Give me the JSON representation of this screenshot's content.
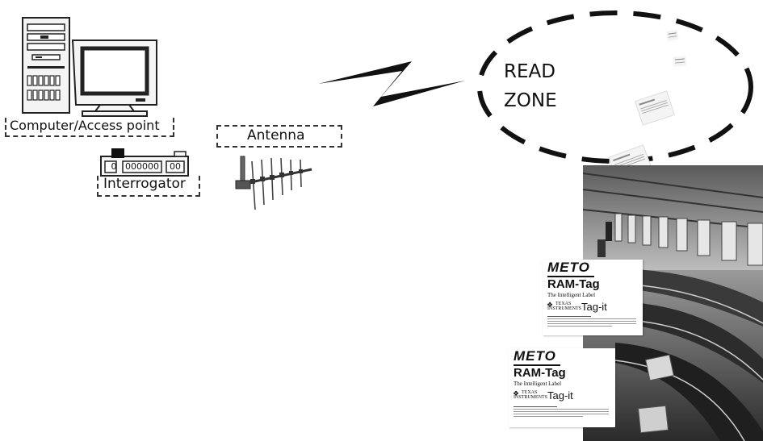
{
  "labels": {
    "computer": "Computer/Access point",
    "interrogator": "Interrogator",
    "antenna": "Antenna",
    "read_zone_line1": "READ",
    "read_zone_line2": "ZONE"
  },
  "interrogator_panel": {
    "left_digit": "0",
    "middle_digits": "000000",
    "right_digits": "00"
  },
  "tags": [
    {
      "brand": "METO",
      "product": "RAM-Tag",
      "tagline": "The Intelligent Label",
      "maker_line1": "TEXAS",
      "maker_line2": "INSTRUMENTS",
      "tag_name": "Tag-it"
    },
    {
      "brand": "METO",
      "product": "RAM-Tag",
      "tagline": "The Intelligent Label",
      "maker_line1": "TEXAS",
      "maker_line2": "INSTRUMENTS",
      "tag_name": "Tag-it"
    }
  ],
  "colors": {
    "stroke": "#222222",
    "photo_dark": "#2a2a2a",
    "photo_light": "#cfcfcf"
  }
}
